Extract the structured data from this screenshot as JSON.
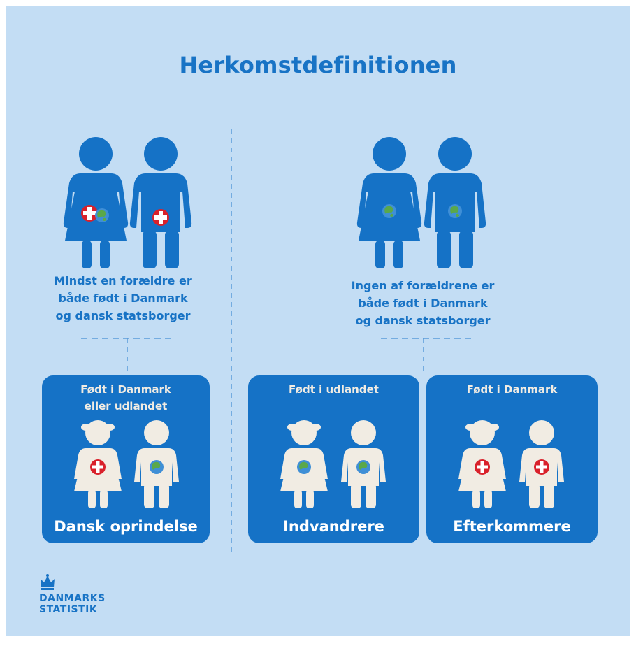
{
  "title": "Herkomstdefinitionen",
  "left": {
    "lines": [
      "Mindst en forældre er",
      "både født i Danmark",
      "og dansk statsborger"
    ]
  },
  "right": {
    "lines": [
      "Ingen af forældrene er",
      "både født i Danmark",
      "og dansk statsborger"
    ]
  },
  "boxes": [
    {
      "head": [
        "Født i Danmark",
        "eller udlandet"
      ],
      "label": "Dansk oprindelse"
    },
    {
      "head": [
        "Født i udlandet"
      ],
      "label": "Indvandrere"
    },
    {
      "head": [
        "Født i Danmark"
      ],
      "label": "Efterkommere"
    }
  ],
  "logo": {
    "line1": "DANMARKS",
    "line2": "STATISTIK"
  },
  "colors": {
    "background": "#c3ddf4",
    "primary_blue": "#1572c6",
    "child_figure": "#f1ece3",
    "flag_red": "#d9212b",
    "globe_green": "#5aa84a"
  }
}
